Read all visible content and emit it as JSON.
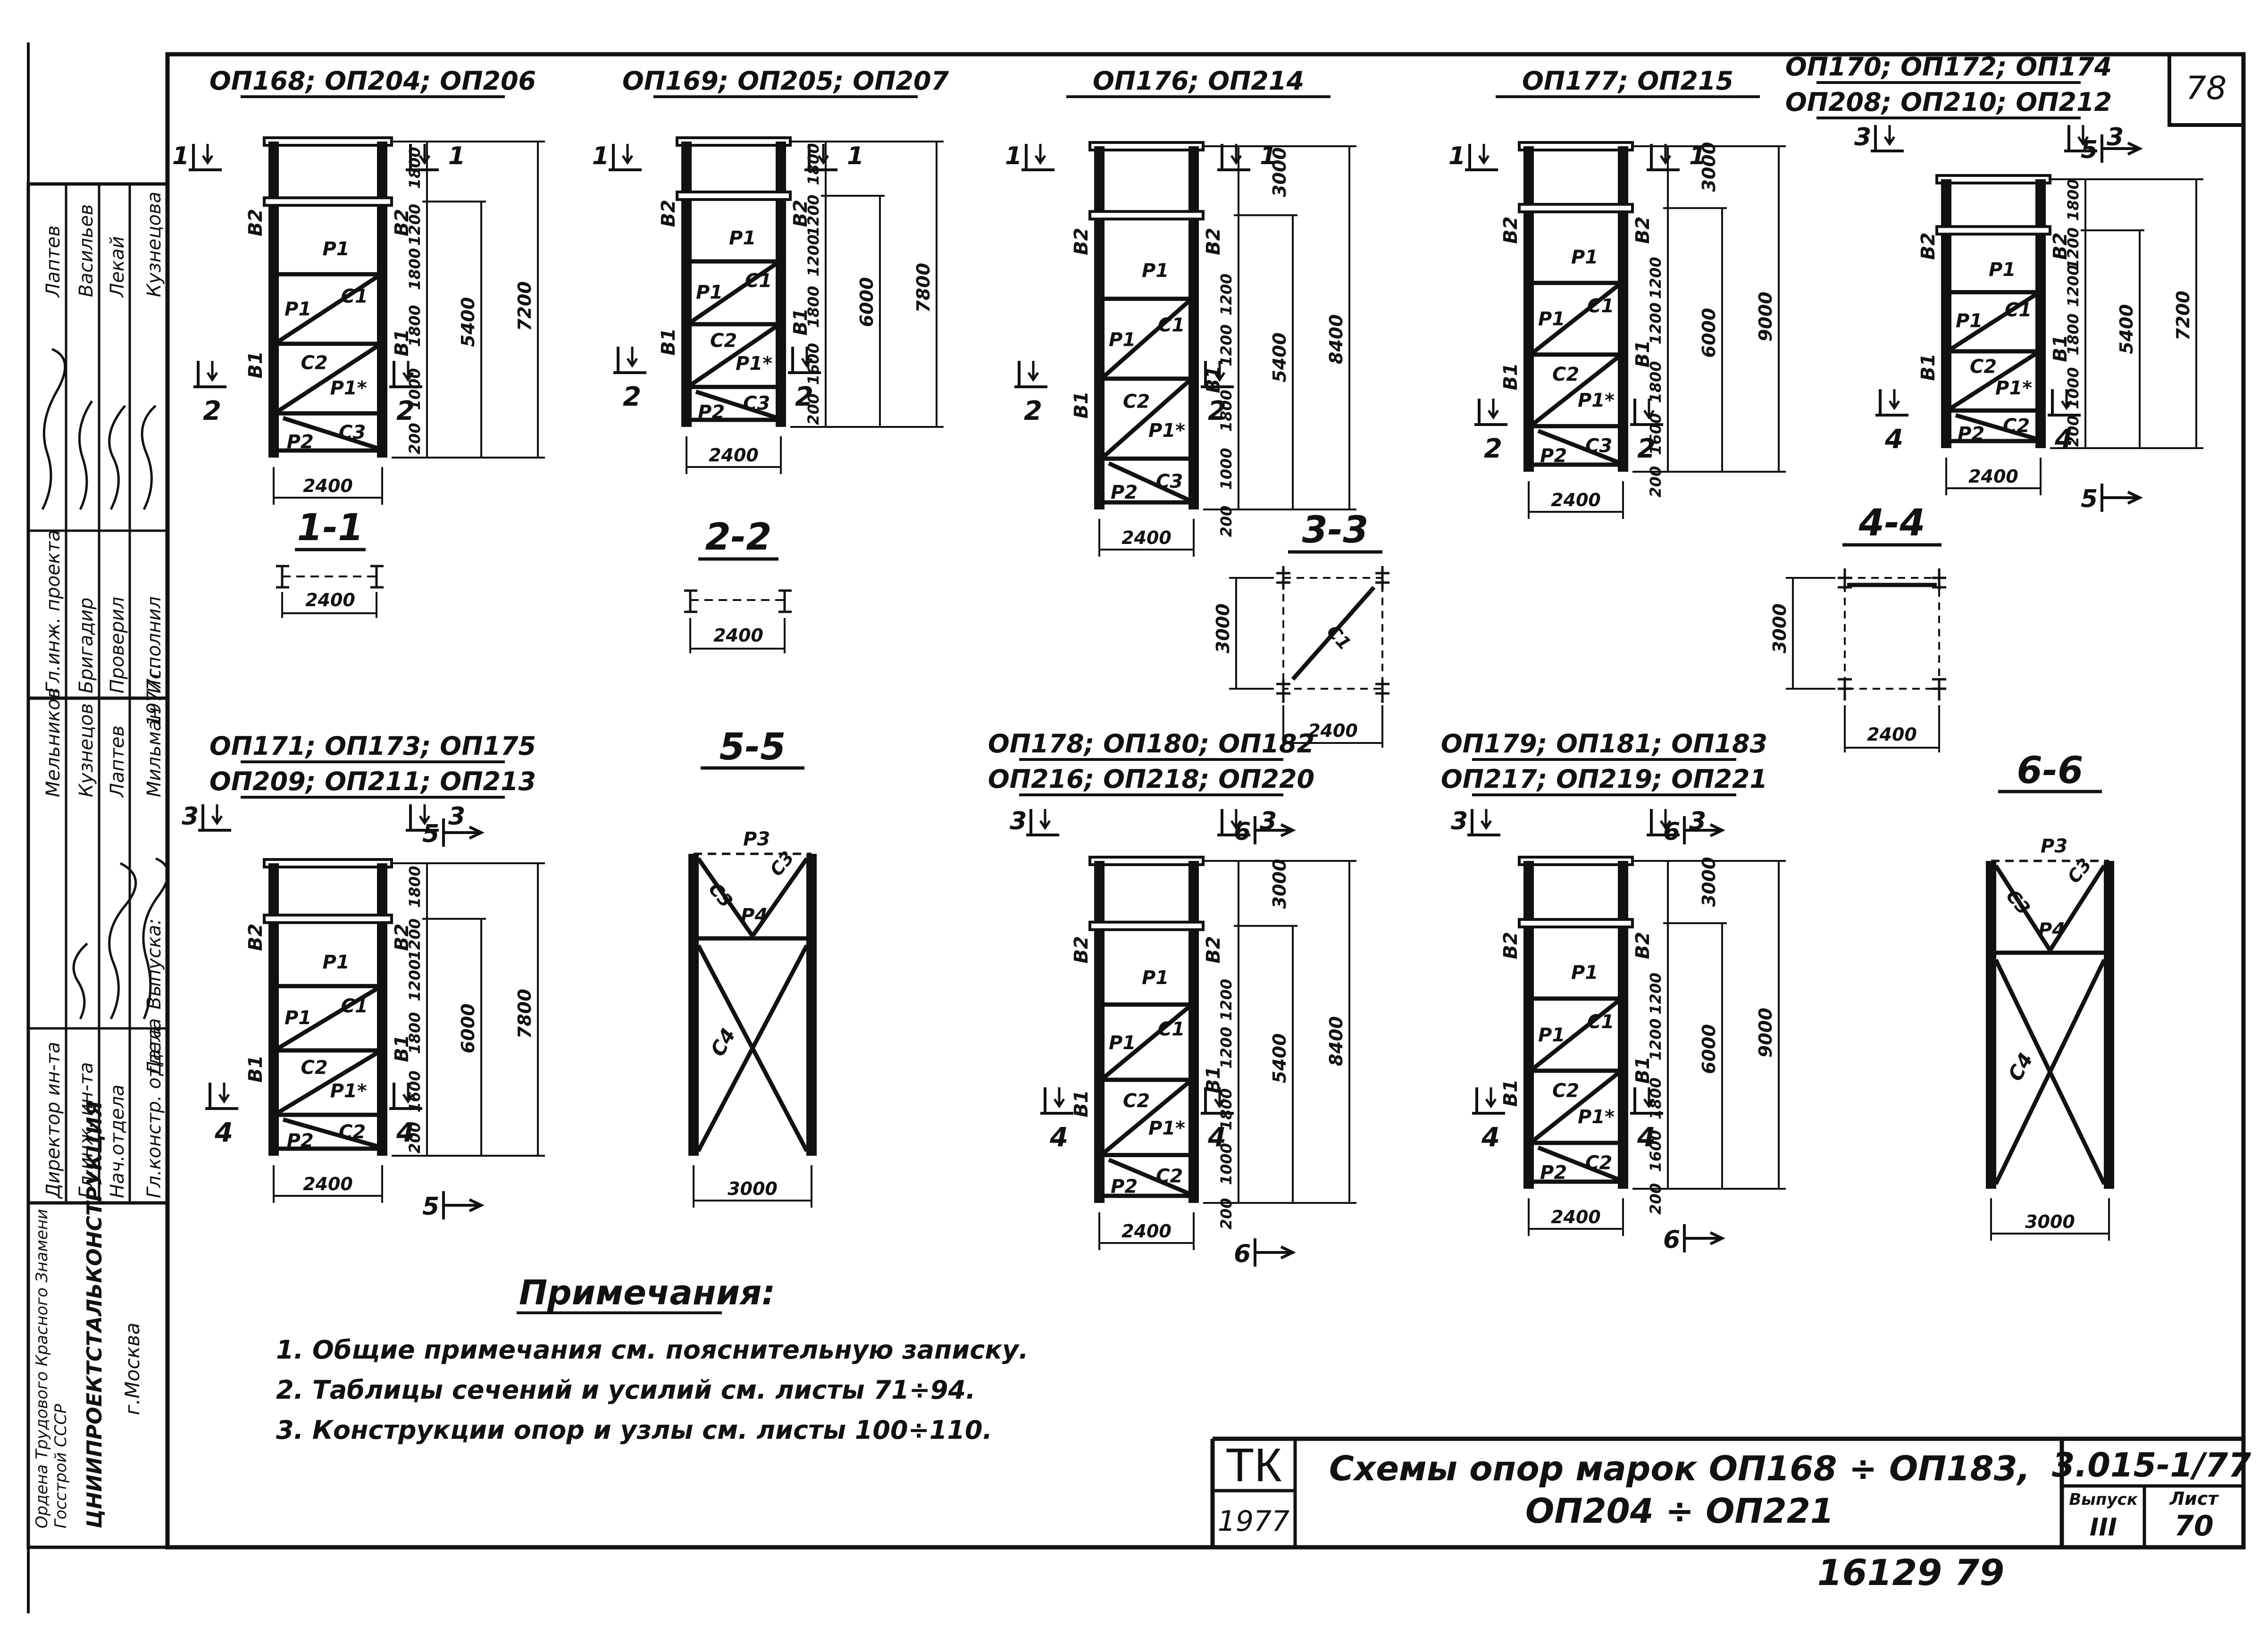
{
  "sheet": {
    "page_number": "78",
    "bottom_number": "16129   79"
  },
  "side_stamp": {
    "roles": [
      "Гл.инж. проекта",
      "Бригадир",
      "Проверил",
      "Исполнил"
    ],
    "names": [
      "Лаптев",
      "Васильев",
      "Лекай",
      "Кузнецова"
    ],
    "management": [
      "Директор ин-та",
      "Гл.инж. ин-та",
      "Нач.отдела",
      "Гл.констр. отдела"
    ],
    "management_names": [
      "Мельников",
      "Кузнецов",
      "Лаптев",
      "Мильман"
    ],
    "date_label": "Дата",
    "date_value": "1977г.",
    "issue_label": "Выпуска:",
    "org_line1": "Ордена  Трудового  Красного  Знамени",
    "org_line2": "Госстрой СССР",
    "org_name": "ЦНИИПРОЕКТСТАЛЬКОНСТРУКЦИЯ",
    "org_city": "г.Москва"
  },
  "frames": [
    {
      "title1": "ОП168; ОП204; ОП206",
      "title2": "",
      "total": "7200",
      "mid": "5400",
      "segments": [
        "1800",
        "1200",
        "1800",
        "1800",
        "1000",
        "200"
      ],
      "width": "2400",
      "section_top": "1",
      "section_bottom": "2",
      "braces": [
        "Р1",
        "С1",
        "Р1",
        "С2",
        "Р1*",
        "Р2",
        "С3"
      ],
      "col_labels": [
        "В2",
        "В2",
        "В1",
        "В1"
      ]
    },
    {
      "title1": "ОП169; ОП205; ОП207",
      "title2": "",
      "total": "7800",
      "mid": "6000",
      "segments": [
        "1800",
        "1200",
        "1200",
        "1800",
        "1600",
        "200"
      ],
      "width": "2400",
      "section_top": "1",
      "section_bottom": "2",
      "braces": [
        "Р1",
        "С1",
        "Р1",
        "С2",
        "Р1*",
        "Р2",
        "С3"
      ],
      "col_labels": [
        "В2",
        "В2",
        "В1",
        "В1"
      ]
    },
    {
      "title1": "ОП176; ОП214",
      "title2": "",
      "total": "8400",
      "mid": "5400",
      "top_seg": "3000",
      "segments": [
        "1200",
        "1200",
        "1800",
        "1000",
        "200"
      ],
      "width": "2400",
      "section_top": "1",
      "section_bottom": "2",
      "braces": [
        "Р1",
        "С1",
        "Р1",
        "С2",
        "Р1*",
        "Р2",
        "С3"
      ],
      "col_labels": [
        "В2",
        "В2",
        "В1",
        "В1"
      ]
    },
    {
      "title1": "ОП177; ОП215",
      "title2": "",
      "total": "9000",
      "mid": "6000",
      "top_seg": "3000",
      "segments": [
        "1200",
        "1200",
        "1800",
        "1600",
        "200"
      ],
      "width": "2400",
      "section_top": "1",
      "section_bottom": "2",
      "braces": [
        "Р1",
        "С1",
        "Р1",
        "С2",
        "Р1*",
        "Р2",
        "С3"
      ],
      "col_labels": [
        "В2",
        "В2",
        "В1",
        "В1"
      ]
    },
    {
      "title1": "ОП170; ОП172; ОП174",
      "title2": "ОП208; ОП210; ОП212",
      "total": "7200",
      "mid": "5400",
      "segments": [
        "1800",
        "1200",
        "1200",
        "1800",
        "1000",
        "200"
      ],
      "width": "2400",
      "section_top": "3",
      "section_bottom": "4",
      "section_side": "5",
      "braces": [
        "Р1",
        "С1",
        "Р1",
        "С2",
        "Р1*",
        "Р2",
        "С2"
      ],
      "col_labels": [
        "В2",
        "В2",
        "В1",
        "В1"
      ]
    },
    {
      "title1": "ОП171; ОП173; ОП175",
      "title2": "ОП209; ОП211; ОП213",
      "total": "7800",
      "mid": "6000",
      "segments": [
        "1800",
        "1200",
        "1200",
        "1800",
        "1600",
        "200"
      ],
      "width": "2400",
      "section_top": "3",
      "section_bottom": "4",
      "section_side": "5",
      "braces": [
        "Р1",
        "С1",
        "Р1",
        "С2",
        "Р1*",
        "Р2",
        "С2"
      ],
      "col_labels": [
        "В2",
        "В2",
        "В1",
        "В1"
      ]
    },
    {
      "title1": "ОП178; ОП180; ОП182",
      "title2": "ОП216; ОП218; ОП220",
      "total": "8400",
      "mid": "5400",
      "top_seg": "3000",
      "segments": [
        "1200",
        "1200",
        "1800",
        "1000",
        "200"
      ],
      "width": "2400",
      "section_top": "3",
      "section_bottom": "4",
      "section_side": "6",
      "braces": [
        "Р1",
        "С1",
        "Р1",
        "С2",
        "Р1*",
        "Р2",
        "С2"
      ],
      "col_labels": [
        "В2",
        "В2",
        "В1",
        "В1"
      ]
    },
    {
      "title1": "ОП179; ОП181; ОП183",
      "title2": "ОП217; ОП219; ОП221",
      "total": "9000",
      "mid": "6000",
      "top_seg": "3000",
      "segments": [
        "1200",
        "1200",
        "1800",
        "1600",
        "200"
      ],
      "width": "2400",
      "section_top": "3",
      "section_bottom": "4",
      "section_side": "6",
      "braces": [
        "Р1",
        "С1",
        "Р1",
        "С2",
        "Р1*",
        "Р2",
        "С2"
      ],
      "col_labels": [
        "В2",
        "В2",
        "В1",
        "В1"
      ]
    }
  ],
  "sections": {
    "s11": {
      "label": "1-1",
      "width": "2400"
    },
    "s22": {
      "label": "2-2",
      "width": "2400"
    },
    "s33": {
      "label": "3-3",
      "width": "2400",
      "depth": "3000",
      "brace": "С1"
    },
    "s44": {
      "label": "4-4",
      "width": "2400",
      "depth": "3000"
    },
    "s55": {
      "label": "5-5",
      "width": "3000",
      "braces": [
        "Р3",
        "С3",
        "С3",
        "Р4",
        "С4",
        "С4"
      ]
    },
    "s66": {
      "label": "6-6",
      "width": "3000",
      "braces": [
        "Р3",
        "С3",
        "С3",
        "Р4",
        "С4",
        "С4"
      ]
    }
  },
  "notes": {
    "title": "Примечания:",
    "items": [
      "1.  Общие   примечания   см.  пояснительную   записку.",
      "2.  Таблицы   сечений   и  усилий   см.   листы   71÷94.",
      "3.  Конструкции   опор   и  узлы   см.   листы   100÷110."
    ]
  },
  "title_block": {
    "tk": "ТК",
    "year": "1977",
    "title_line1": "Схемы  опор   марок   ОП168 ÷ ОП183,",
    "title_line2": "ОП204 ÷ ОП221",
    "code": "3.015-1/77",
    "issue_label": "Выпуск",
    "issue_value": "III",
    "sheet_label": "Лист",
    "sheet_value": "70"
  }
}
